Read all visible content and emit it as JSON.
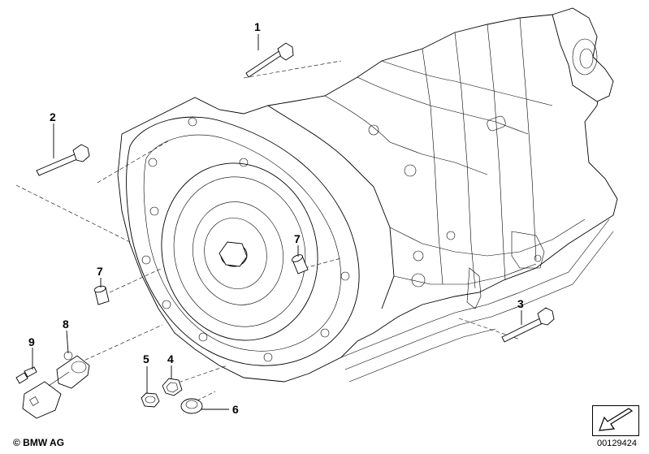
{
  "callouts": {
    "c1": "1",
    "c2": "2",
    "c3": "3",
    "c4": "4",
    "c5": "5",
    "c6": "6",
    "c7a": "7",
    "c7b": "7",
    "c8": "8",
    "c9": "9"
  },
  "footer": {
    "copyright": "© BMW AG",
    "diagram_id": "00129424"
  },
  "icons": {
    "nav_arrow": "arrow-down-left-icon"
  }
}
